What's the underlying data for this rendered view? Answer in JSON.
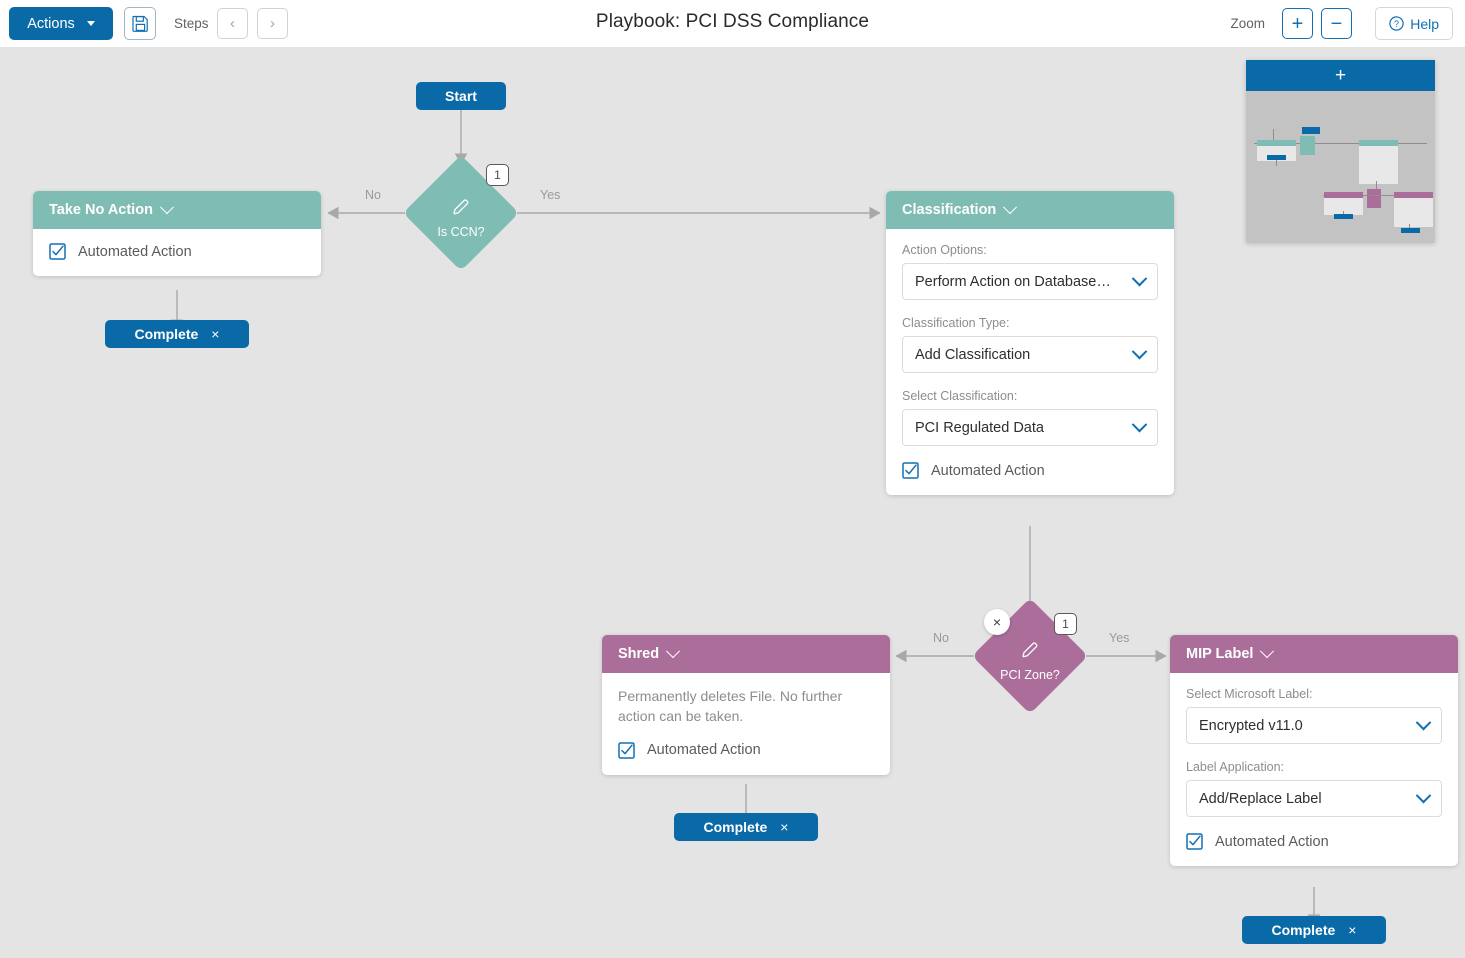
{
  "toolbar": {
    "actions_label": "Actions",
    "save_icon": "save-disk-icon",
    "steps_label": "Steps",
    "prev_label": "‹",
    "next_label": "›",
    "title": "Playbook: PCI DSS Compliance",
    "zoom_label": "Zoom",
    "zoom_in_label": "+",
    "zoom_out_label": "−",
    "help_label": "Help"
  },
  "minimap": {
    "add_label": "+"
  },
  "colors": {
    "primary_blue": "#0a6aa8",
    "teal": "#7fbcb3",
    "mauve": "#ab6e9a",
    "canvas": "#e4e4e4",
    "link_blue": "#1170b2"
  },
  "flow": {
    "start": {
      "label": "Start"
    },
    "decision_ccn": {
      "label": "Is CCN?",
      "badge": "1",
      "edge_no": "No",
      "edge_yes": "Yes"
    },
    "decision_pci": {
      "label": "PCI Zone?",
      "badge": "1",
      "close": "×",
      "edge_no": "No",
      "edge_yes": "Yes"
    },
    "take_no_action": {
      "title": "Take No Action",
      "automated_label": "Automated Action",
      "complete_label": "Complete",
      "complete_close": "×"
    },
    "classification": {
      "title": "Classification",
      "fields": [
        {
          "label": "Action Options:",
          "value": "Perform Action on Database…"
        },
        {
          "label": "Classification Type:",
          "value": "Add Classification"
        },
        {
          "label": "Select Classification:",
          "value": "PCI Regulated Data"
        }
      ],
      "automated_label": "Automated Action"
    },
    "shred": {
      "title": "Shred",
      "description": "Permanently deletes File. No further action can be taken.",
      "automated_label": "Automated Action",
      "complete_label": "Complete",
      "complete_close": "×"
    },
    "mip_label": {
      "title": "MIP Label",
      "fields": [
        {
          "label": "Select Microsoft Label:",
          "value": "Encrypted v11.0"
        },
        {
          "label": "Label Application:",
          "value": "Add/Replace Label"
        }
      ],
      "automated_label": "Automated Action",
      "complete_label": "Complete",
      "complete_close": "×"
    }
  }
}
